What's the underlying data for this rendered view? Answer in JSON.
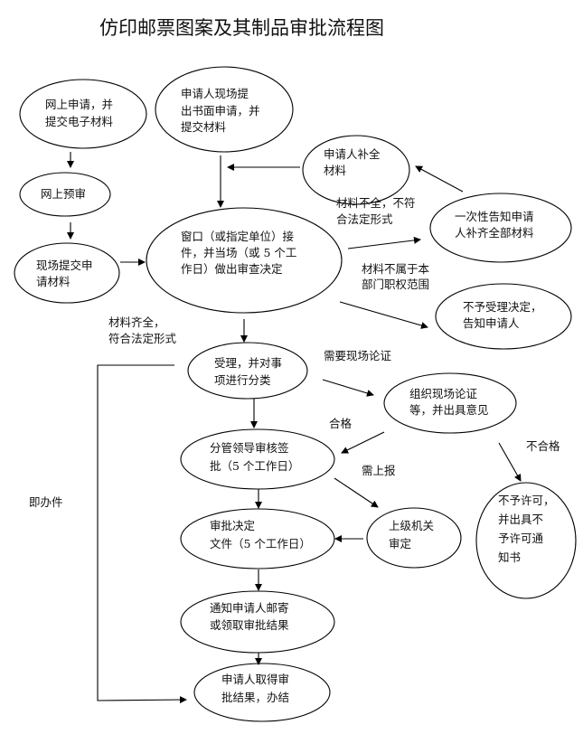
{
  "title": "仿印邮票图案及其制品审批流程图",
  "nodes": {
    "online_apply": [
      "网上申请，并",
      "提交电子材料"
    ],
    "onsite_apply": [
      "申请人现场提",
      "出书面申请，并",
      "提交材料"
    ],
    "online_review": [
      "网上预审"
    ],
    "onsite_submit": [
      "现场提交申",
      "请材料"
    ],
    "window_review": [
      "窗口（或指定单位）接",
      "件，并当场（或 5 个工",
      "作日）做出审查决定"
    ],
    "supplement": [
      "申请人补全",
      "材料"
    ],
    "notify_once": [
      "一次性告知申请",
      "人补齐全部材料"
    ],
    "reject_accept": [
      "不予受理决定，",
      "告知申请人"
    ],
    "accept_classify": [
      "受理，并对事",
      "项进行分类"
    ],
    "onsite_verify": [
      "组织现场论证",
      "等，并出具意见"
    ],
    "leader_approve": [
      "分管领导审核签",
      "批（5 个工作日）"
    ],
    "decision_doc": [
      "审批决定",
      "文件（5 个工作日）"
    ],
    "superior_review": [
      "上级机关",
      "审定"
    ],
    "deny_permit": [
      "不予许可，",
      "并出具不",
      "予许可通",
      "知书"
    ],
    "notify_result": [
      "通知申请人邮寄",
      "或领取审批结果"
    ],
    "obtain_result": [
      "申请人取得审",
      "批结果，办结"
    ]
  },
  "labels": {
    "incomplete": [
      "材料不全，不符",
      "合法定形式"
    ],
    "out_of_scope": [
      "材料不属于本",
      "部门职权范围"
    ],
    "complete": [
      "材料齐全，",
      "符合法定形式"
    ],
    "need_verify": "需要现场论证",
    "qualified": "合格",
    "unqualified": "不合格",
    "need_report": "需上报",
    "immediate": "即办件"
  }
}
